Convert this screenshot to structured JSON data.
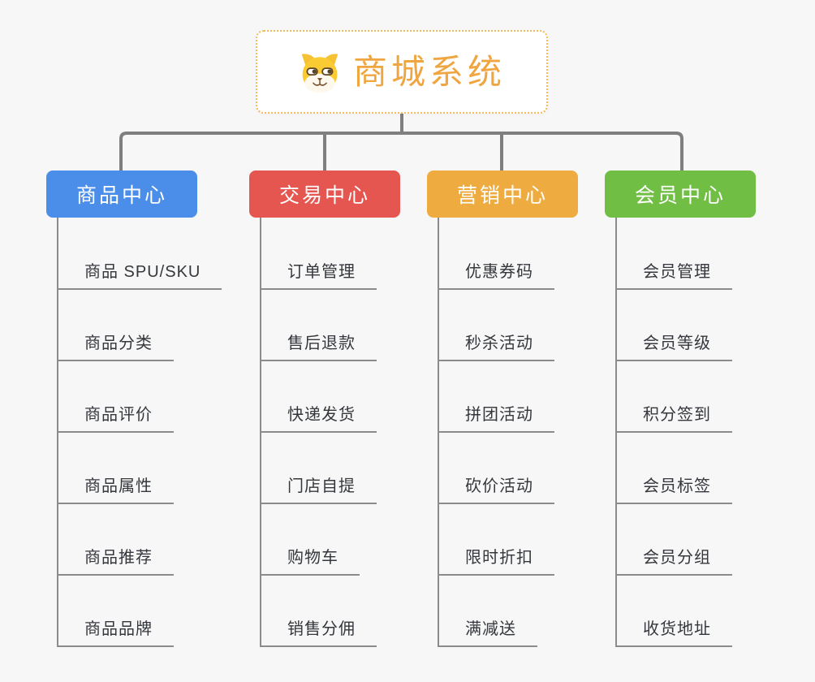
{
  "root": {
    "title": "商城系统",
    "icon": "shiba-dog"
  },
  "branches": [
    {
      "label": "商品中心",
      "color": "#4B8EE9",
      "items": [
        "商品 SPU/SKU",
        "商品分类",
        "商品评价",
        "商品属性",
        "商品推荐",
        "商品品牌"
      ]
    },
    {
      "label": "交易中心",
      "color": "#E4564F",
      "items": [
        "订单管理",
        "售后退款",
        "快递发货",
        "门店自提",
        "购物车",
        "销售分佣"
      ]
    },
    {
      "label": "营销中心",
      "color": "#EEAC40",
      "items": [
        "优惠券码",
        "秒杀活动",
        "拼团活动",
        "砍价活动",
        "限时折扣",
        "满减送"
      ]
    },
    {
      "label": "会员中心",
      "color": "#70BE44",
      "items": [
        "会员管理",
        "会员等级",
        "积分签到",
        "会员标签",
        "会员分组",
        "收货地址"
      ]
    }
  ],
  "colors": {
    "background": "#F7F7F7",
    "connector": "#7F7F7F",
    "line": "#8C8C8C",
    "item_text": "#34373C",
    "root_text": "#F0A640",
    "root_border": "#F2BA57"
  }
}
